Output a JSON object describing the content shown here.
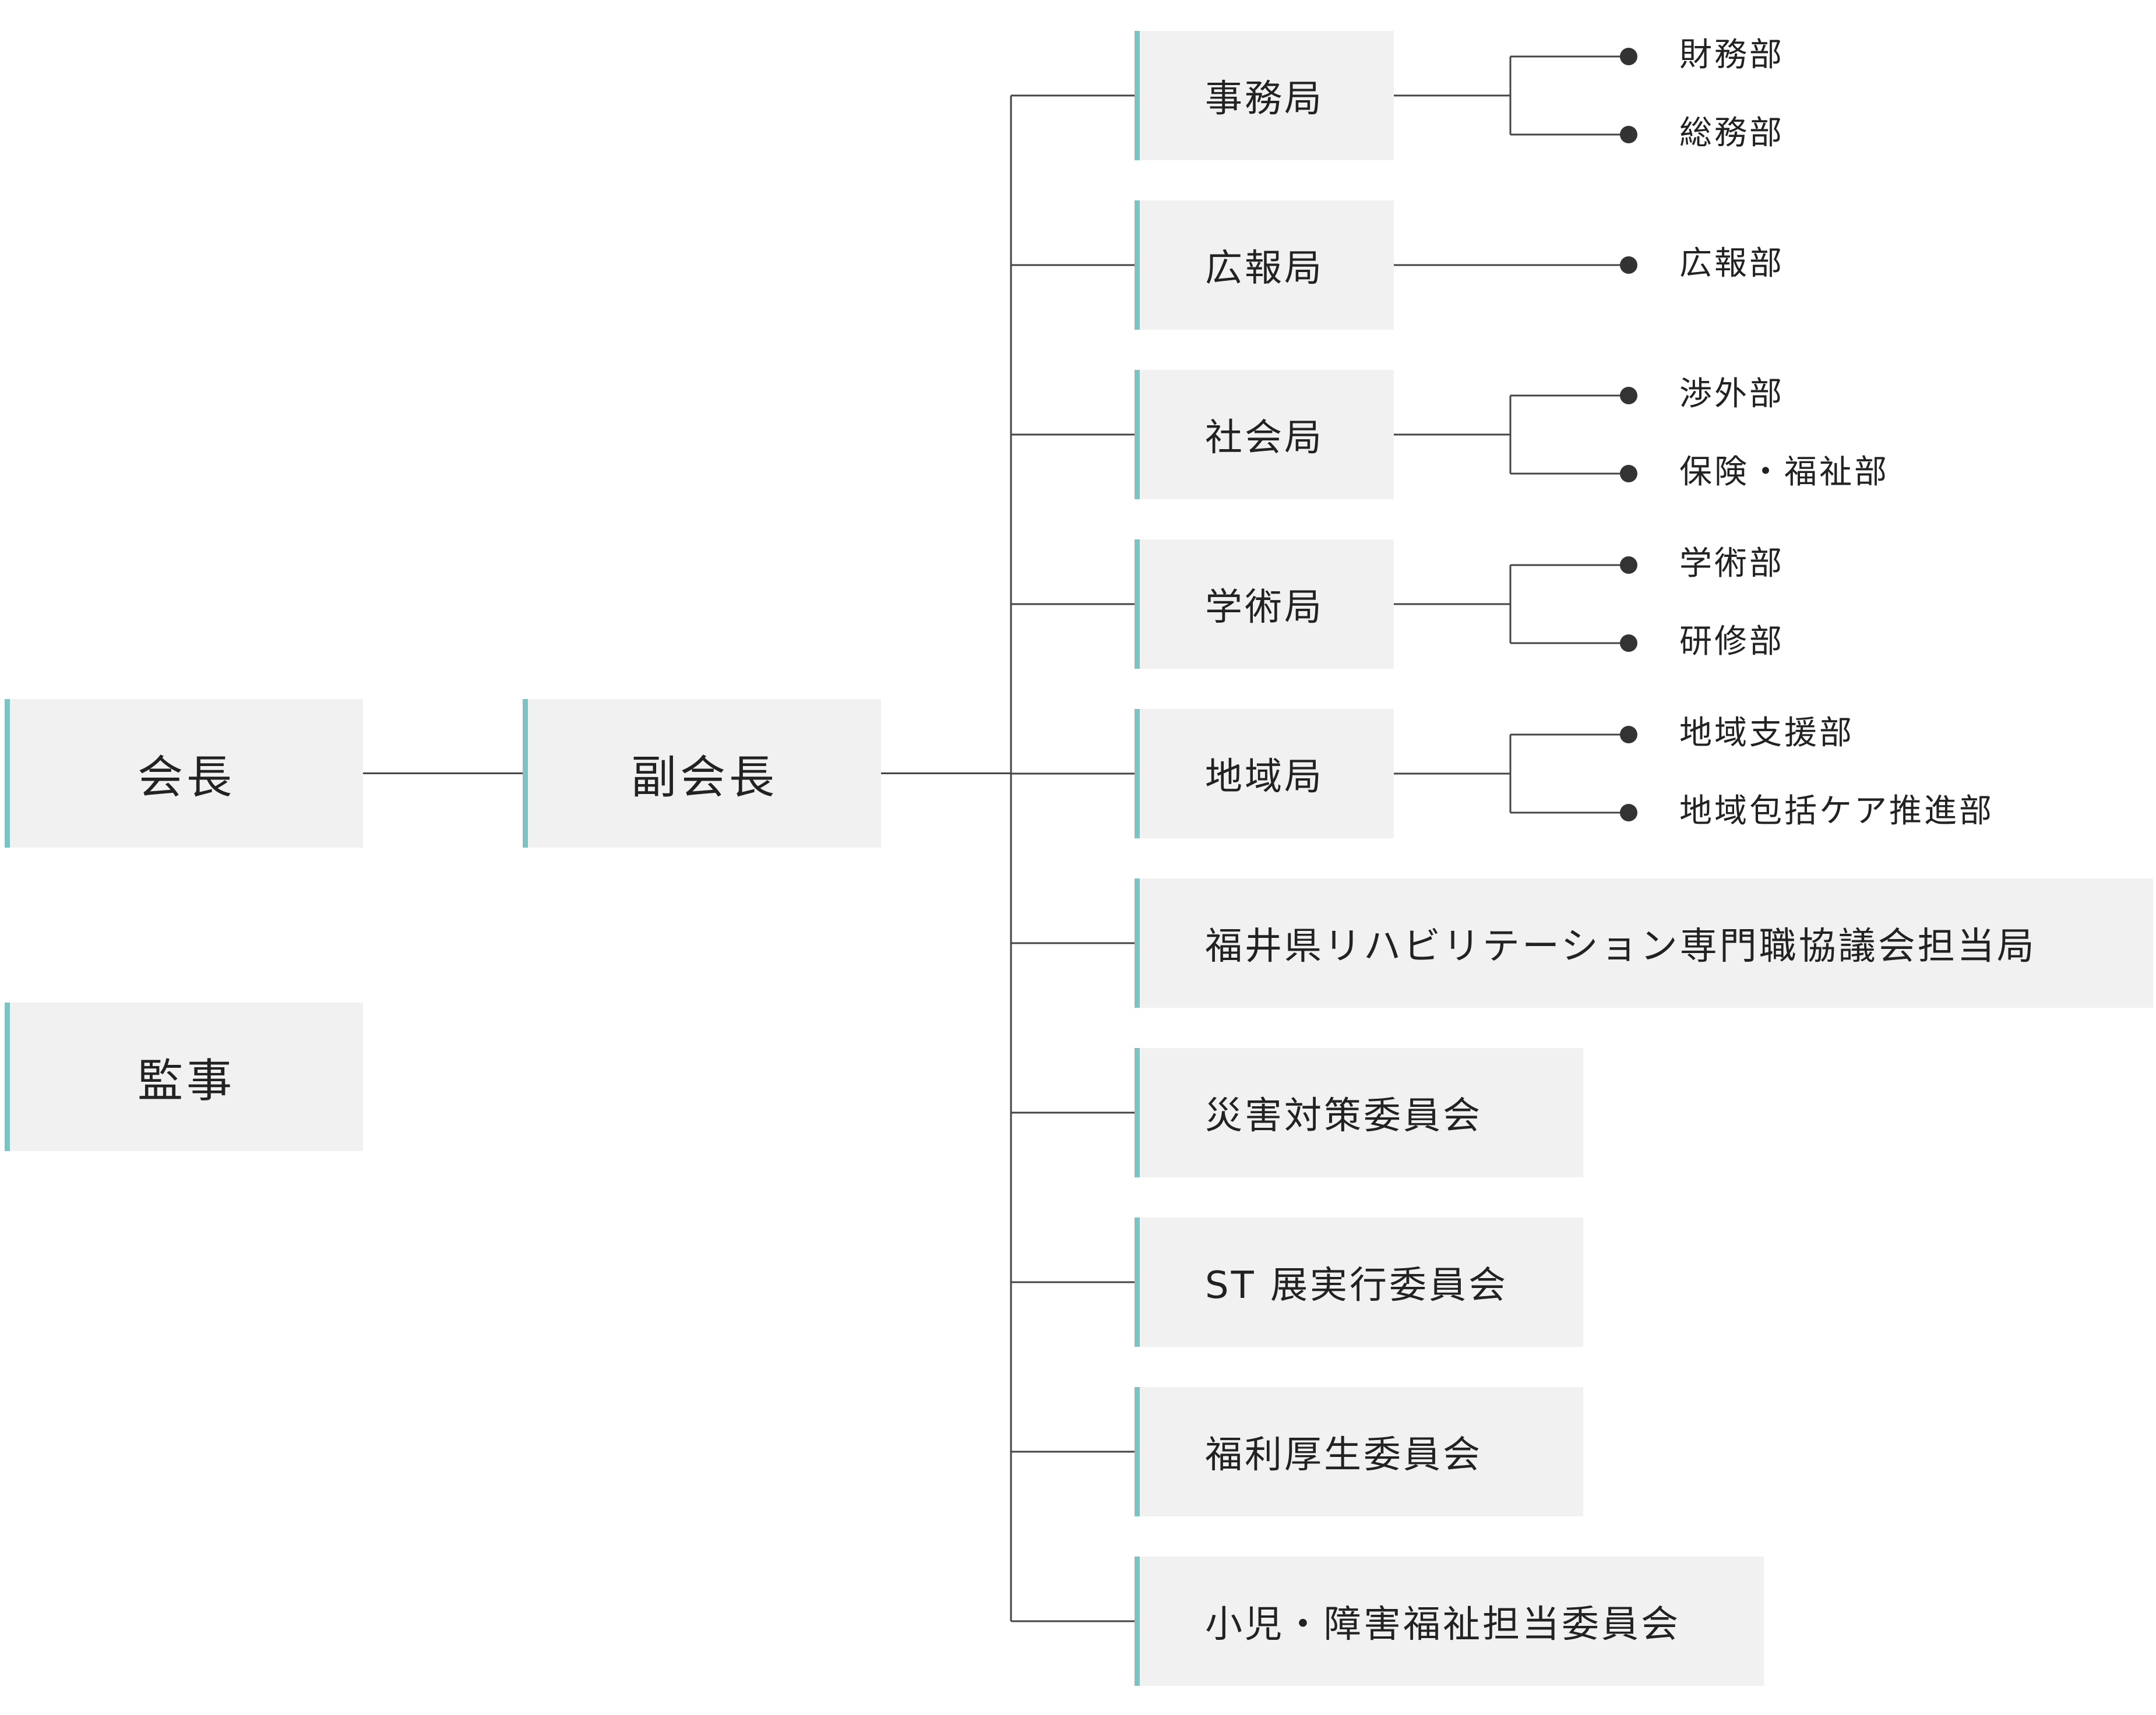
{
  "top": {
    "president": "会長",
    "auditor": "監事",
    "vice_president": "副会長"
  },
  "bureaus": [
    {
      "label": "事務局",
      "departments": [
        "財務部",
        "総務部"
      ]
    },
    {
      "label": "広報局",
      "departments": [
        "広報部"
      ]
    },
    {
      "label": "社会局",
      "departments": [
        "渉外部",
        "保険・福祉部"
      ]
    },
    {
      "label": "学術局",
      "departments": [
        "学術部",
        "研修部"
      ]
    },
    {
      "label": "地域局",
      "departments": [
        "地域支援部",
        "地域包括ケア推進部"
      ]
    },
    {
      "label": "福井県リハビリテーション専門職協議会担当局",
      "departments": []
    },
    {
      "label": "災害対策委員会",
      "departments": []
    },
    {
      "label": "ST 展実行委員会",
      "departments": []
    },
    {
      "label": "福利厚生委員会",
      "departments": []
    },
    {
      "label": "小児・障害福祉担当委員会",
      "departments": []
    }
  ],
  "colors": {
    "accent": "#7cc4c3",
    "box_fill": "#f1f1f1",
    "line": "#444444",
    "text": "#222222"
  }
}
